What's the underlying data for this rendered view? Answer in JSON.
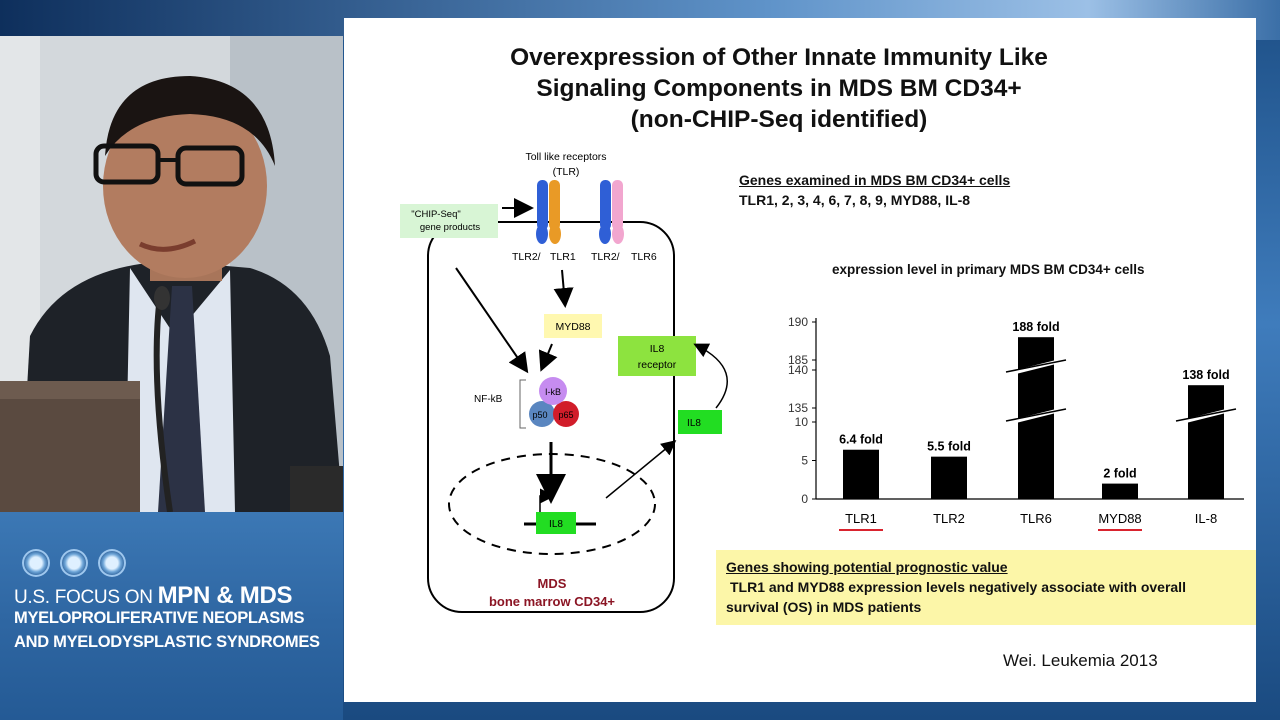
{
  "branding": {
    "line1_prefix": "U.S. FOCUS ON ",
    "line1_bold": "MPN & MDS",
    "line2": "MYELOPROLIFERATIVE NEOPLASMS",
    "line3": "AND MYELODYSPLASTIC SYNDROMES"
  },
  "slide": {
    "title_lines": [
      "Overexpression of Other Innate Immunity Like",
      "Signaling Components in MDS BM CD34+",
      "(non-CHIP-Seq identified)"
    ],
    "diagram": {
      "toll_label_1": "Toll like receptors",
      "toll_label_2": "(TLR)",
      "chip_label_1": "\"CHIP-Seq\"",
      "chip_label_2": "gene products",
      "receptor_labels": [
        "TLR2/",
        "TLR1",
        "TLR2/",
        "TLR6"
      ],
      "myd88": "MYD88",
      "nfkb": "NF-kB",
      "ikb": "I-kB",
      "p50": "p50",
      "p65": "p65",
      "il8_receptor_1": "IL8",
      "il8_receptor_2": "receptor",
      "il8_secreted": "IL8",
      "il8_gene": "IL8",
      "cell_label_1": "MDS",
      "cell_label_2": "bone marrow CD34+"
    },
    "genes_heading": "Genes examined in MDS BM CD34+ cells",
    "genes_list": "TLR1, 2, 3, 4, 6, 7, 8, 9, MYD88, IL-8",
    "chart_title": "expression level in primary MDS BM CD34+ cells",
    "prognostic_heading": "Genes showing potential prognostic value",
    "prognostic_line1": "TLR1 and MYD88 expression levels negatively associate with overall",
    "prognostic_line2": "survival (OS) in MDS patients",
    "citation": "Wei. Leukemia 2013"
  },
  "chart_data": {
    "type": "bar",
    "title": "expression level in primary MDS BM CD34+ cells",
    "categories": [
      "TLR1",
      "TLR2",
      "TLR6",
      "MYD88",
      "IL-8"
    ],
    "values": [
      6.4,
      5.5,
      188,
      2,
      138
    ],
    "data_labels": [
      "6.4 fold",
      "5.5 fold",
      "188 fold",
      "2 fold",
      "138 fold"
    ],
    "broken_axis": true,
    "y_ticks": [
      "0",
      "5",
      "10",
      "135",
      "140",
      "185",
      "190"
    ],
    "highlighted_categories": [
      "TLR1",
      "MYD88"
    ],
    "highlight_color": "#d9232e",
    "bar_color": "#000000"
  }
}
